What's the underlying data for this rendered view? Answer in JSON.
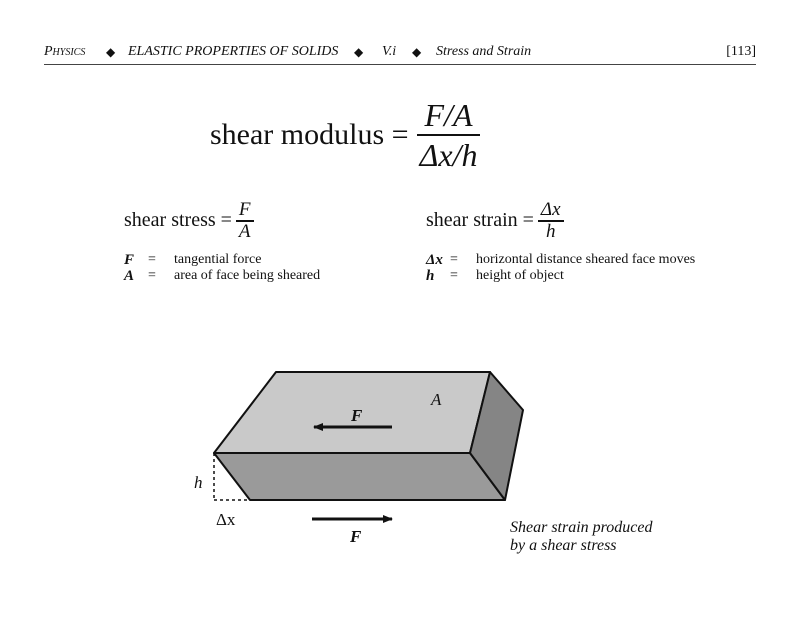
{
  "header": {
    "subject": "Physics",
    "chapter": "ELASTIC PROPERTIES OF SOLIDS",
    "section": "V.i",
    "topic": "Stress and Strain",
    "page": "[113]",
    "bullet": "◆"
  },
  "main_formula": {
    "lhs": "shear modulus =",
    "numerator": "F/A",
    "denominator": "Δx/h"
  },
  "stress": {
    "lhs": "shear stress =",
    "numerator": "F",
    "denominator": "A",
    "defs": [
      {
        "symbol": "F",
        "eq": "=",
        "text": "tangential force"
      },
      {
        "symbol": "A",
        "eq": "=",
        "text": "area of face being sheared"
      }
    ]
  },
  "strain": {
    "lhs": "shear strain =",
    "numerator": "Δx",
    "denominator": "h",
    "defs": [
      {
        "symbol": "Δx",
        "eq": "=",
        "text": "horizontal distance sheared face moves"
      },
      {
        "symbol": "h",
        "eq": "=",
        "text": "height of object"
      }
    ]
  },
  "figure": {
    "label_area": "A",
    "label_force_top": "F",
    "label_force_bottom": "F",
    "label_height": "h",
    "label_dx": "Δx",
    "caption_line1": "Shear strain produced",
    "caption_line2": "by a shear stress"
  }
}
